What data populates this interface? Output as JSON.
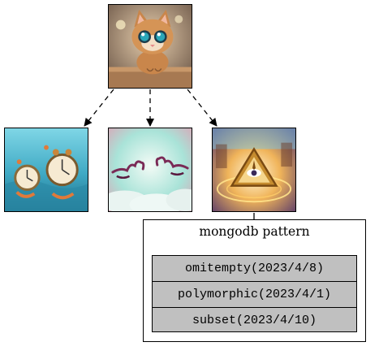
{
  "cluster": {
    "title": "mongodb pattern",
    "rows": [
      {
        "label": "omitempty(2023/4/8)"
      },
      {
        "label": "polymorphic(2023/4/1)"
      },
      {
        "label": "subset(2023/4/10)"
      }
    ]
  },
  "nodes": {
    "root": {
      "content": "cartoon kitten"
    },
    "children": [
      {
        "content": "cartoon shrimp holding alarm clocks"
      },
      {
        "content": "purple hands reaching through clouds"
      },
      {
        "content": "glowing triangle with eye"
      }
    ]
  },
  "colors": {
    "record_fill": "#c0c0c0",
    "stroke": "#000000"
  }
}
